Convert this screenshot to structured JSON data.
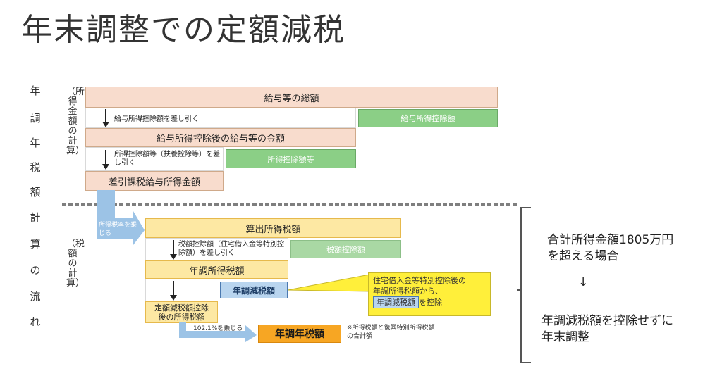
{
  "title": "年末調整での定額減税",
  "left_col": [
    "年",
    "調",
    "年",
    "税",
    "額",
    "計",
    "算",
    "の",
    "流",
    "れ"
  ],
  "group1_label": "（所得金額の計算）",
  "group2_label": "（税額の計算）",
  "boxes": {
    "kyuyo_total": "給与等の総額",
    "kyuyo_deduction": "給与所得控除額",
    "after_kyuyo": "給与所得控除後の給与等の金額",
    "shotoku_koujo": "所得控除額等",
    "sashihiki": "差引課税給与所得金額",
    "sanshutsu": "算出所得税額",
    "zeigaku_koujo": "税額控除額",
    "nencho_shotoku": "年調所得税額",
    "nencho_genzei": "年調減税額",
    "teigaku": "定額減税額控除後の所得税額",
    "nencho_nenzei": "年調年税額"
  },
  "notes": {
    "sub1": "給与所得控除額を差し引く",
    "sub2": "所得控除額等（扶養控除等）を差し引く",
    "rate": "所得税率を乗じる",
    "sub3": "税額控除額（住宅借入金等特別控除額）を差し引く",
    "multiply": "102.1%を乗じる",
    "footnote": "※所得税額と復興特別所得税額の合計額"
  },
  "callout": {
    "line1": "住宅借入金等特別控除後の",
    "line2": "年調所得税額から、",
    "tag": "年調減税額",
    "suffix": "を控除"
  },
  "right": {
    "line1": "合計所得金額1805万円",
    "line2": "を超える場合",
    "arrow": "↓",
    "line3": "年調減税額を控除せずに",
    "line4": "年末調整"
  },
  "colors": {
    "peach": "#f8dccd",
    "green": "#8bcf86",
    "yellow": "#fde8a3",
    "blue": "#b9d5ef",
    "orange": "#f7a623",
    "callout": "#ffef3a",
    "arrow_blue": "#9cc3e6"
  }
}
